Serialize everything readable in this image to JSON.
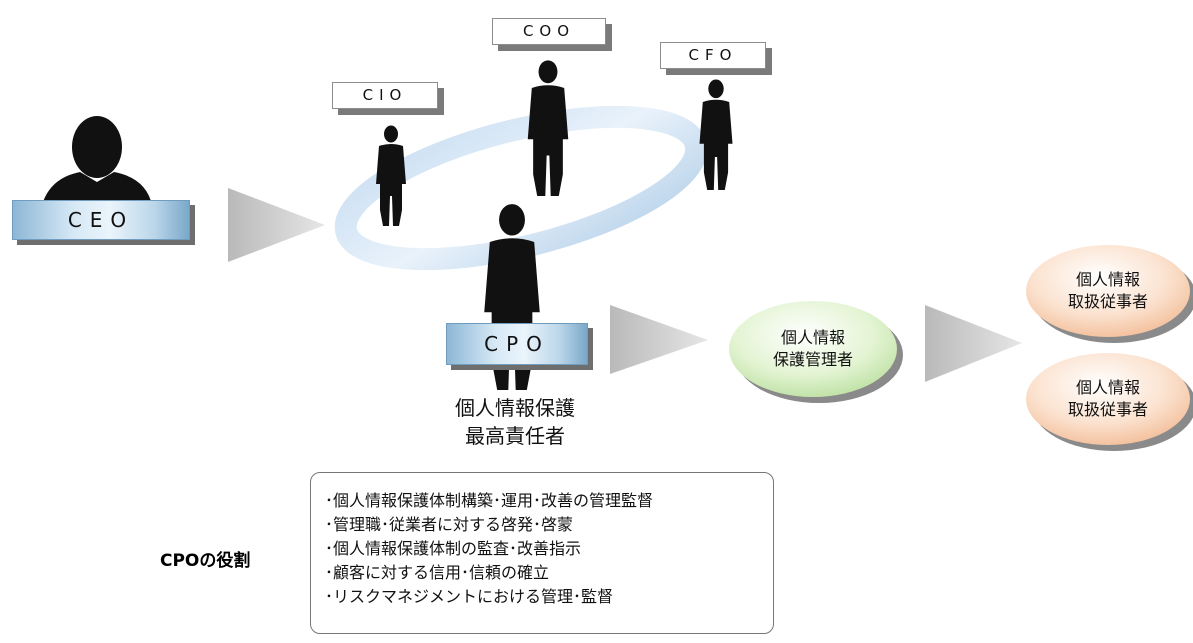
{
  "executives": {
    "cio": "CIO",
    "coo": "COO",
    "cfo": "CFO",
    "ceo": "CEO",
    "cpo": "CPO"
  },
  "cpo_caption": [
    "個人情報保護",
    "最高責任者"
  ],
  "manager": [
    "個人情報",
    "保護管理者"
  ],
  "handlers": [
    [
      "個人情報",
      "取扱従事者"
    ],
    [
      "個人情報",
      "取扱従事者"
    ]
  ],
  "roles": {
    "title": "CPOの役割",
    "items": [
      "･個人情報保護体制構築･運用･改善の管理監督",
      "･管理職･従業者に対する啓発･啓蒙",
      "･個人情報保護体制の監査･改善指示",
      "･顧客に対する信用･信頼の確立",
      "･リスクマネジメントにおける管理･監督"
    ]
  },
  "colors": {
    "plate_blue": "#9fc4e0",
    "manager_green": "#d9f0c8",
    "handler_orange": "#f9d2b4",
    "arrow_gray": "#c8c8c8"
  }
}
